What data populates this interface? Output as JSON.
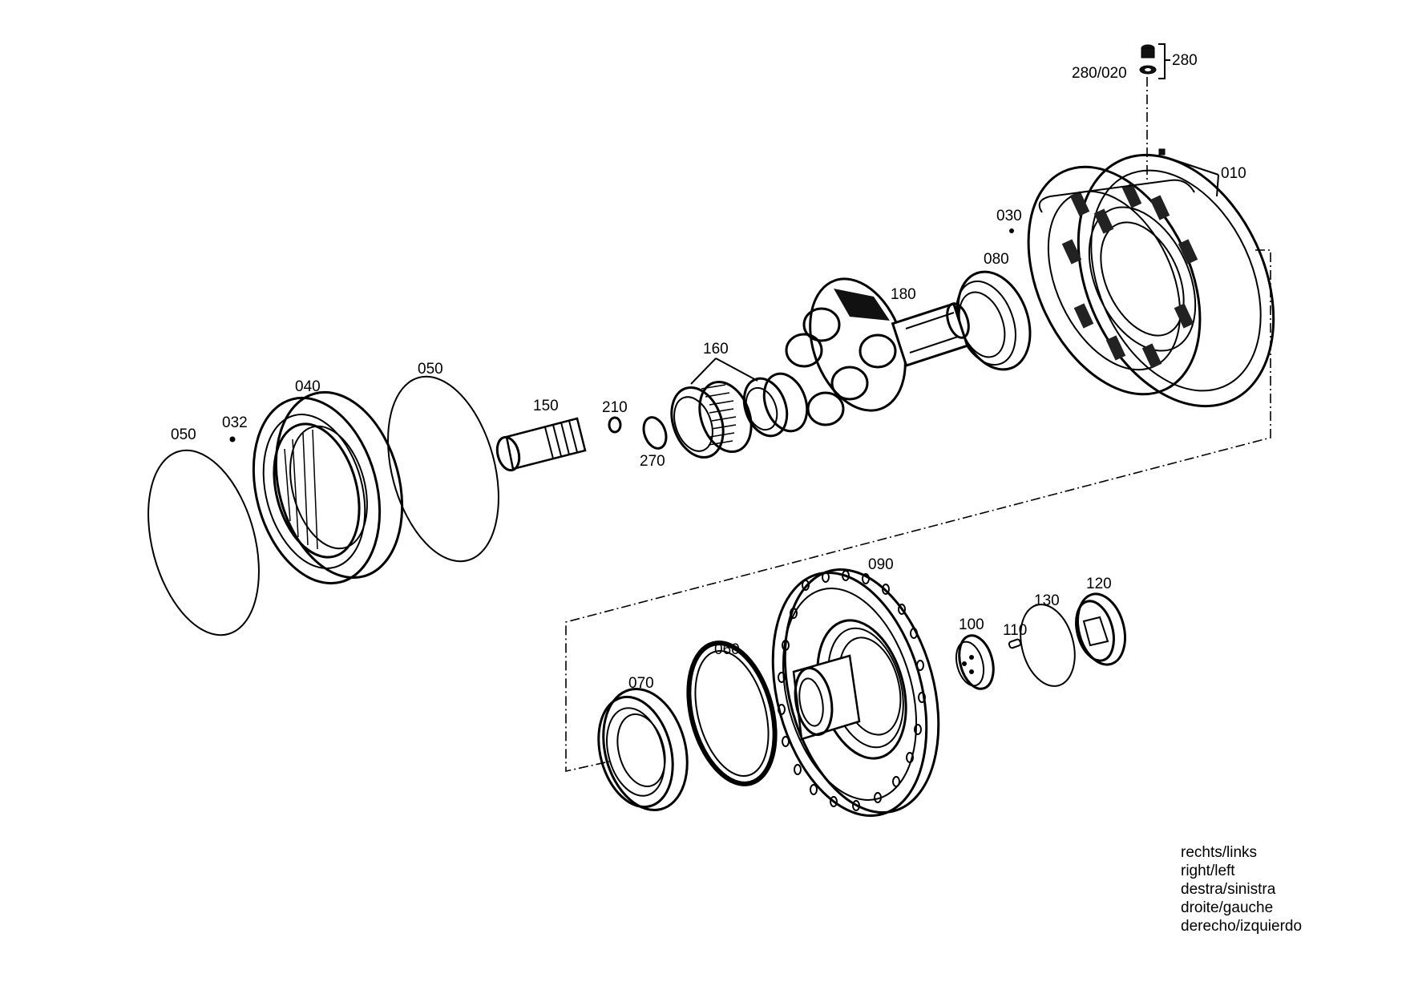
{
  "parts": [
    {
      "id": "p280",
      "label": "280"
    },
    {
      "id": "p280_020",
      "label": "280/020"
    },
    {
      "id": "p010",
      "label": "010"
    },
    {
      "id": "p030",
      "label": "030"
    },
    {
      "id": "p080",
      "label": "080"
    },
    {
      "id": "p180",
      "label": "180"
    },
    {
      "id": "p160",
      "label": "160"
    },
    {
      "id": "p150",
      "label": "150"
    },
    {
      "id": "p210",
      "label": "210"
    },
    {
      "id": "p270",
      "label": "270"
    },
    {
      "id": "p050a",
      "label": "050"
    },
    {
      "id": "p050b",
      "label": "050"
    },
    {
      "id": "p040",
      "label": "040"
    },
    {
      "id": "p032",
      "label": "032"
    },
    {
      "id": "p090",
      "label": "090"
    },
    {
      "id": "p120",
      "label": "120"
    },
    {
      "id": "p130",
      "label": "130"
    },
    {
      "id": "p100",
      "label": "100"
    },
    {
      "id": "p110",
      "label": "110"
    },
    {
      "id": "p060",
      "label": "060"
    },
    {
      "id": "p070",
      "label": "070"
    }
  ],
  "legend": [
    "rechts/links",
    "right/left",
    "destra/sinistra",
    "droite/gauche",
    "derecho/izquierdo"
  ]
}
